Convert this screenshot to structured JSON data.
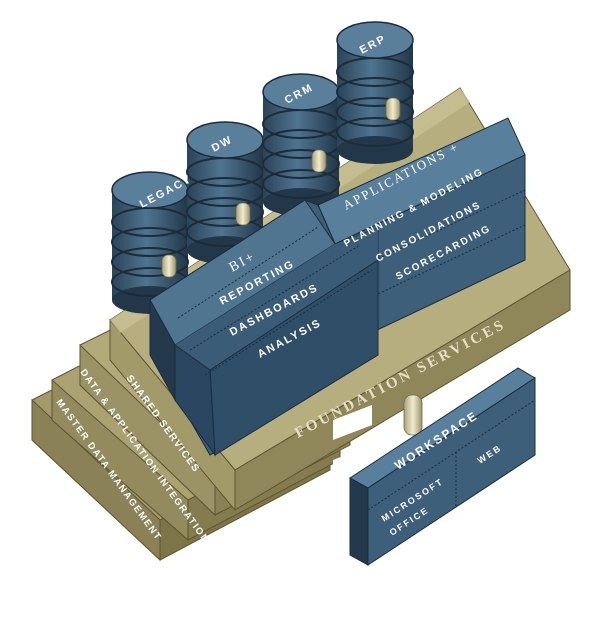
{
  "colors": {
    "tan": "#a39a6a",
    "tan_light": "#c2b98a",
    "tan_dark": "#7d7548",
    "tan_edge": "#5d5632",
    "blue": "#3d5f7a",
    "blue_top": "#58809c",
    "blue_dark": "#24394b",
    "connector": "#d8d2a8"
  },
  "databases": {
    "legacy": "LEGACY",
    "dw": "DW",
    "crm": "CRM",
    "erp": "ERP"
  },
  "bi": {
    "title": "BI+",
    "items": [
      "REPORTING",
      "DASHBOARDS",
      "ANALYSIS"
    ]
  },
  "applications": {
    "title": "APPLICATIONS +",
    "items": [
      "PLANNING & MODELING",
      "CONSOLIDATIONS",
      "SCORECARDING"
    ]
  },
  "foundation": "FOUNDATION SERVICES",
  "layers": {
    "shared": "SHARED SERVICES",
    "integration": "DATA & APPLICATION INTEGRATION",
    "master": "MASTER DATA MANAGEMENT"
  },
  "workspace": {
    "title": "WORKSPACE",
    "office_line1": "MICROSOFT",
    "office_line2": "OFFICE",
    "web": "WEB"
  }
}
